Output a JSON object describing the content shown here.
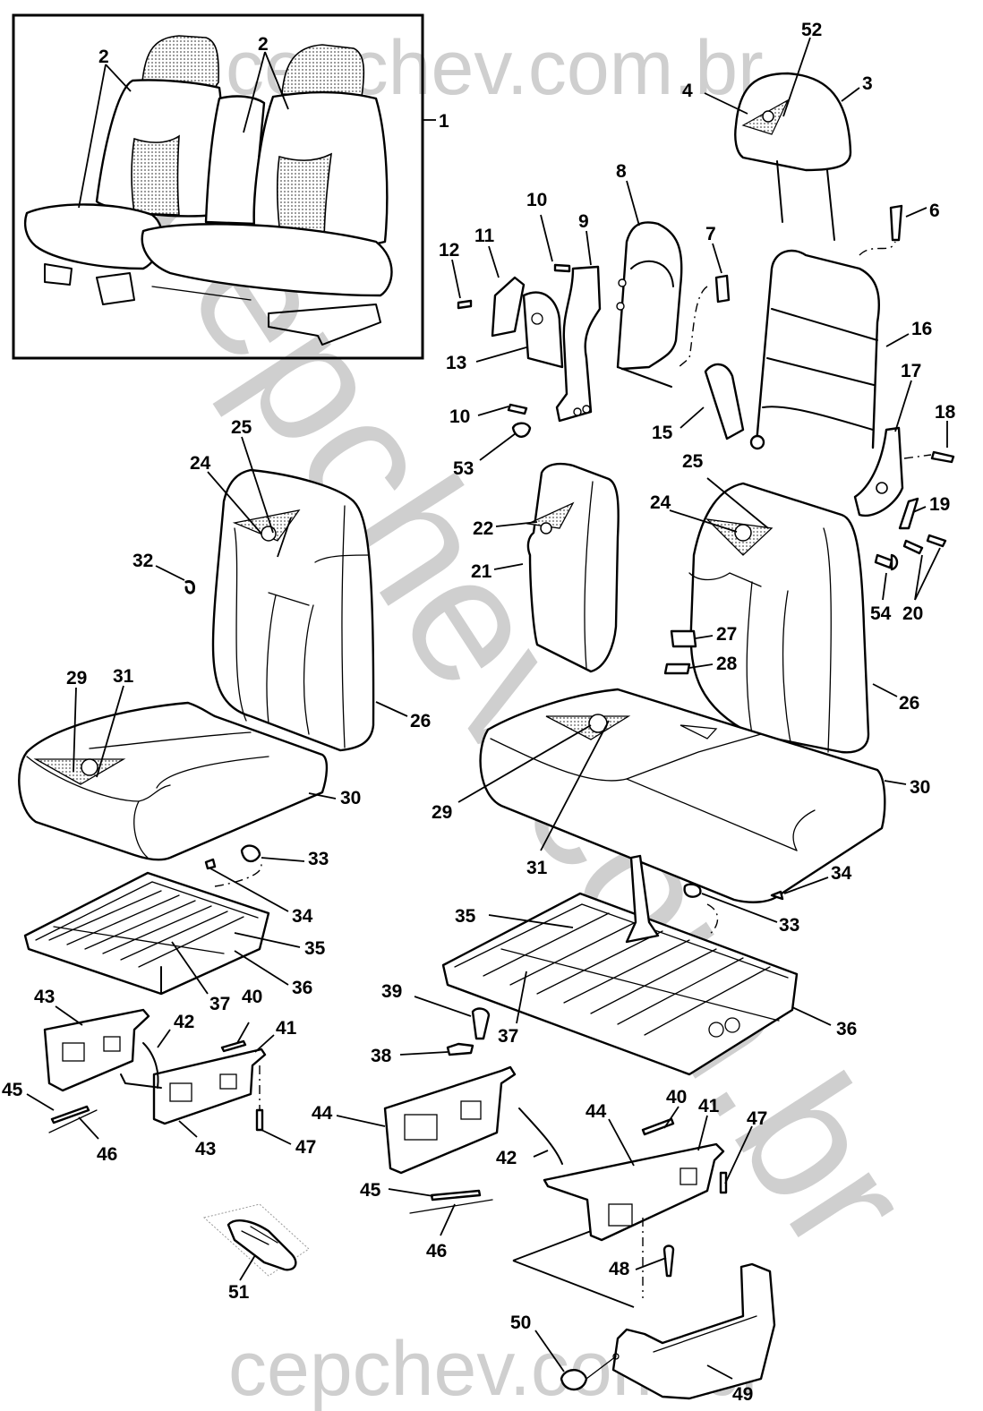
{
  "diagram": {
    "title": "Seat assembly exploded view",
    "watermark": {
      "top": "cepchev.com.br",
      "bottom": "cepchev.com.br",
      "diagonal": "cepchev.com.br"
    },
    "colors": {
      "line": "#000000",
      "watermark": "#cfcfcf",
      "background": "#ffffff"
    },
    "callouts": {
      "c1": "1",
      "c2a": "2",
      "c2b": "2",
      "c3": "3",
      "c4": "4",
      "c6": "6",
      "c7": "7",
      "c8": "8",
      "c9": "9",
      "c10a": "10",
      "c10b": "10",
      "c11": "11",
      "c12": "12",
      "c13": "13",
      "c15": "15",
      "c16": "16",
      "c17": "17",
      "c18": "18",
      "c19": "19",
      "c20": "20",
      "c21": "21",
      "c22": "22",
      "c24a": "24",
      "c24b": "24",
      "c25a": "25",
      "c25b": "25",
      "c26a": "26",
      "c26b": "26",
      "c27": "27",
      "c28": "28",
      "c29a": "29",
      "c29b": "29",
      "c30a": "30",
      "c30b": "30",
      "c31a": "31",
      "c31b": "31",
      "c32": "32",
      "c33a": "33",
      "c33b": "33",
      "c34a": "34",
      "c34b": "34",
      "c35a": "35",
      "c35b": "35",
      "c36a": "36",
      "c36b": "36",
      "c37a": "37",
      "c37b": "37",
      "c38": "38",
      "c39": "39",
      "c40a": "40",
      "c40b": "40",
      "c41a": "41",
      "c41b": "41",
      "c42a": "42",
      "c42b": "42",
      "c43a": "43",
      "c43b": "43",
      "c44a": "44",
      "c44b": "44",
      "c45a": "45",
      "c45b": "45",
      "c46a": "46",
      "c46b": "46",
      "c47a": "47",
      "c47b": "47",
      "c48": "48",
      "c49": "49",
      "c50": "50",
      "c51": "51",
      "c52": "52",
      "c53": "53",
      "c54": "54"
    }
  }
}
